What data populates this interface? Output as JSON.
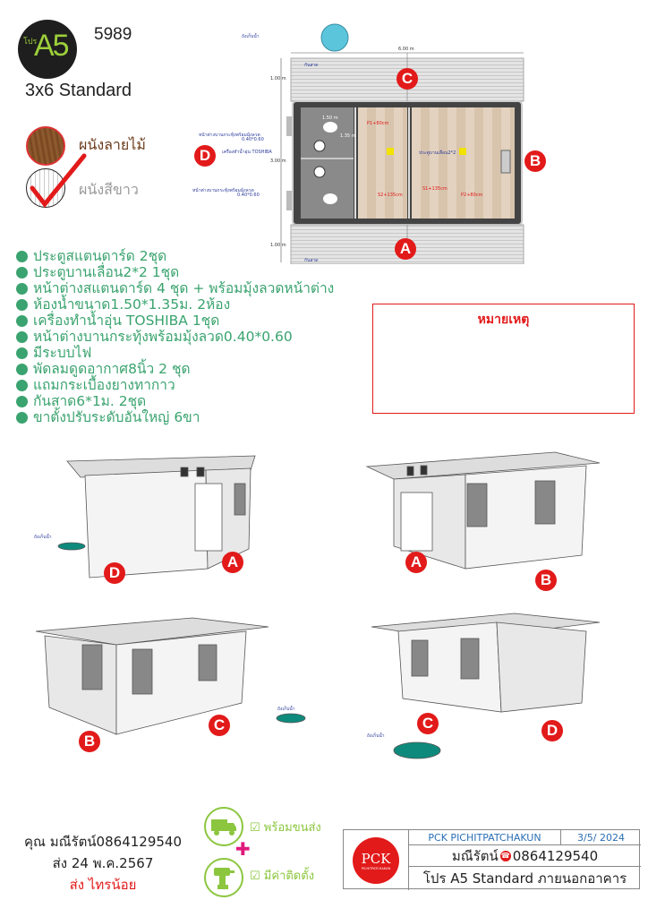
{
  "header": {
    "logo_prefix": "โปร",
    "logo_model": "A5",
    "code": "5989",
    "model_name": "3x6 Standard"
  },
  "wall_options": [
    {
      "label": "ผนังลายไม้",
      "selected": false
    },
    {
      "label": "ผนังสีขาว",
      "selected": true
    }
  ],
  "floor_plan": {
    "width_dim": "6.00 m",
    "depth_dim": "3.00 m",
    "awning_dim_top": "1.00 m",
    "awning_dim_bottom": "1.00 m",
    "awning_label": "กันสาด",
    "water_tank_label": "ถังเก็บน้ำ",
    "window_label_1": "หน้าต่างบานกระทุ้งพร้อมมุ้งลวด",
    "window_size_1": "0.40*0.60",
    "heater_label": "เครื่องทำน้ำอุ่น TOSHIBA",
    "window_label_2": "หน้าต่างบานกระทุ้งพร้อมมุ้งลวด",
    "window_size_2": "0.40*0.60",
    "bath_w": "1.50 m",
    "bath_d": "1.35 m",
    "sliding_door": "ประตูบานเลื่อน2*2",
    "p1": "P1+80cm",
    "p2": "P2+80cm",
    "s1": "S1+135cm",
    "s2": "S2+135cm",
    "side_labels": {
      "top": "C",
      "bottom": "A",
      "right": "B",
      "left": "D"
    }
  },
  "features": [
    "ประตูสแตนดาร์ด 2ชุด",
    "ประตูบานเลื่อน2*2 1ชุด",
    "หน้าต่างสแตนดาร์ด 4 ชุด + พร้อมมุ้งลวดหน้าต่าง",
    "ห้องน้ำขนาด1.50*1.35ม. 2ห้อง",
    "เครื่องทำน้ำอุ่น TOSHIBA 1ชุด",
    "หน้าต่างบานกระทุ้งพร้อมมุ้งลวด0.40*0.60",
    "มีระบบไฟ",
    "พัดลมดูดอากาศ8นิ้ว 2 ชุด",
    "แถมกระเบื้องยางทากาว",
    "กันสาด6*1ม. 2ชุด",
    "ขาตั้งปรับระดับอันใหญ่ 6ขา"
  ],
  "note": {
    "title": "หมายเหตุ"
  },
  "views": [
    {
      "labels": [
        "D",
        "A"
      ],
      "tank_label": "ถังเก็บน้ำ"
    },
    {
      "labels": [
        "A",
        "B"
      ]
    },
    {
      "labels": [
        "B",
        "C"
      ],
      "tank_label": "ถังเก็บน้ำ"
    },
    {
      "labels": [
        "C",
        "D"
      ],
      "tank_label": "ถังเก็บน้ำ"
    }
  ],
  "customer": {
    "line1": "คุณ   มณีรัตน์0864129540",
    "line2": "ส่ง  24 พ.ค.2567",
    "line3": "ส่ง ไทรน้อย"
  },
  "services": [
    {
      "label": "พร้อมขนส่ง",
      "icon": "truck-icon"
    },
    {
      "label": "มีค่าติดตั้ง",
      "icon": "drill-icon"
    }
  ],
  "title_block": {
    "company": "PCK PICHITPATCHAKUN",
    "date": "3/5/ 2024",
    "contact_name": "มณีรัตน์",
    "contact_phone": "0864129540",
    "description": "โปร A5 Standard ภายนอกอาคาร",
    "logo_text": "PCK",
    "logo_sub": "PICHITPATCHAKUN"
  },
  "colors": {
    "accent_green": "#3aa36f",
    "red": "#e21a1a",
    "lime": "#9ccf3a",
    "brown": "#6b3a1a"
  }
}
